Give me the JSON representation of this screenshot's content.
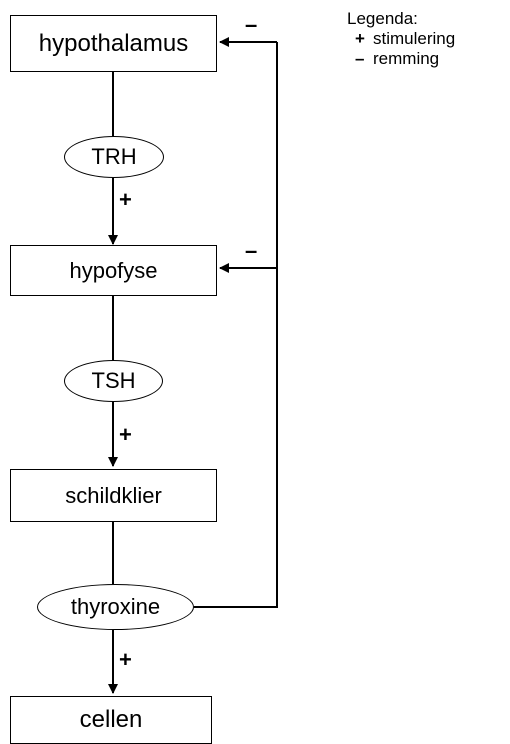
{
  "boxes": {
    "hypothalamus": "hypothalamus",
    "hypofyse": "hypofyse",
    "schildklier": "schildklier",
    "cellen": "cellen"
  },
  "hormones": {
    "trh": "TRH",
    "tsh": "TSH",
    "thyroxine": "thyroxine"
  },
  "signs": {
    "plus": "+",
    "minus": "–"
  },
  "legend": {
    "title": "Legenda:",
    "items": [
      {
        "symbol": "+",
        "label": "stimulering"
      },
      {
        "symbol": "–",
        "label": "remming"
      }
    ]
  }
}
